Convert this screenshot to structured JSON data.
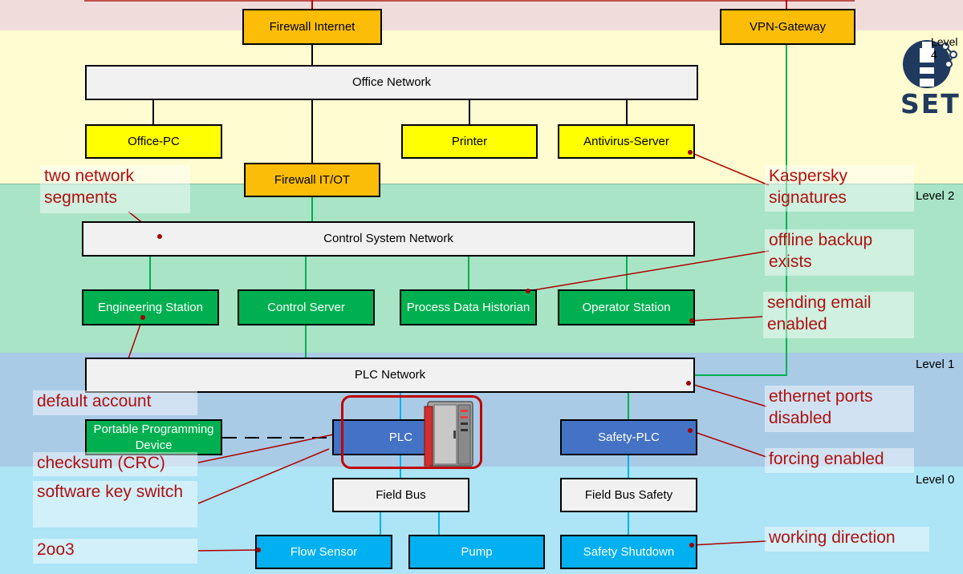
{
  "levels": {
    "level4": "Level 4",
    "level2": "Level 2",
    "level1": "Level 1",
    "level0": "Level 0"
  },
  "logo": {
    "text": "SET"
  },
  "colors": {
    "band_red": "#f1dcdc",
    "band_yellow": "#fefcd0",
    "band_green": "#a9e4c7",
    "band_blue": "#a9cbe6",
    "band_cyan": "#ade4f6",
    "orange": "#fbbd08",
    "yellow": "#ffff00",
    "green": "#00b050",
    "blue": "#4472c4",
    "cyan": "#00b0f0",
    "annotation": "#b01010"
  },
  "nodes": {
    "firewall_internet": "Firewall Internet",
    "vpn_gateway": "VPN-Gateway",
    "office_network": "Office Network",
    "office_pc": "Office-PC",
    "printer": "Printer",
    "antivirus_server": "Antivirus-Server",
    "firewall_it_ot": "Firewall IT/OT",
    "control_system_network": "Control System Network",
    "engineering_station": "Engineering Station",
    "control_server": "Control Server",
    "process_data_historian": "Process Data Historian",
    "operator_station": "Operator Station",
    "plc_network": "PLC Network",
    "portable_programming_device": "Portable Programming Device",
    "plc": "PLC",
    "safety_plc": "Safety-PLC",
    "field_bus": "Field Bus",
    "field_bus_safety": "Field Bus Safety",
    "flow_sensor": "Flow Sensor",
    "pump": "Pump",
    "safety_shutdown": "Safety Shutdown"
  },
  "annotations": {
    "two_network_segments": "two network segments",
    "kaspersky_signatures": "Kaspersky signatures",
    "offline_backup": "offline backup exists",
    "sending_email": "sending email enabled",
    "default_account": "default account",
    "ethernet_ports": "ethernet ports disabled",
    "checksum": "checksum (CRC)",
    "forcing_enabled": "forcing enabled",
    "software_key_switch": "software key switch",
    "two_oo_three": "2oo3",
    "working_direction": "working direction"
  },
  "icons": {
    "logo": "lighthouse-network-icon",
    "plc_cabinet": "control-cabinet-icon"
  }
}
